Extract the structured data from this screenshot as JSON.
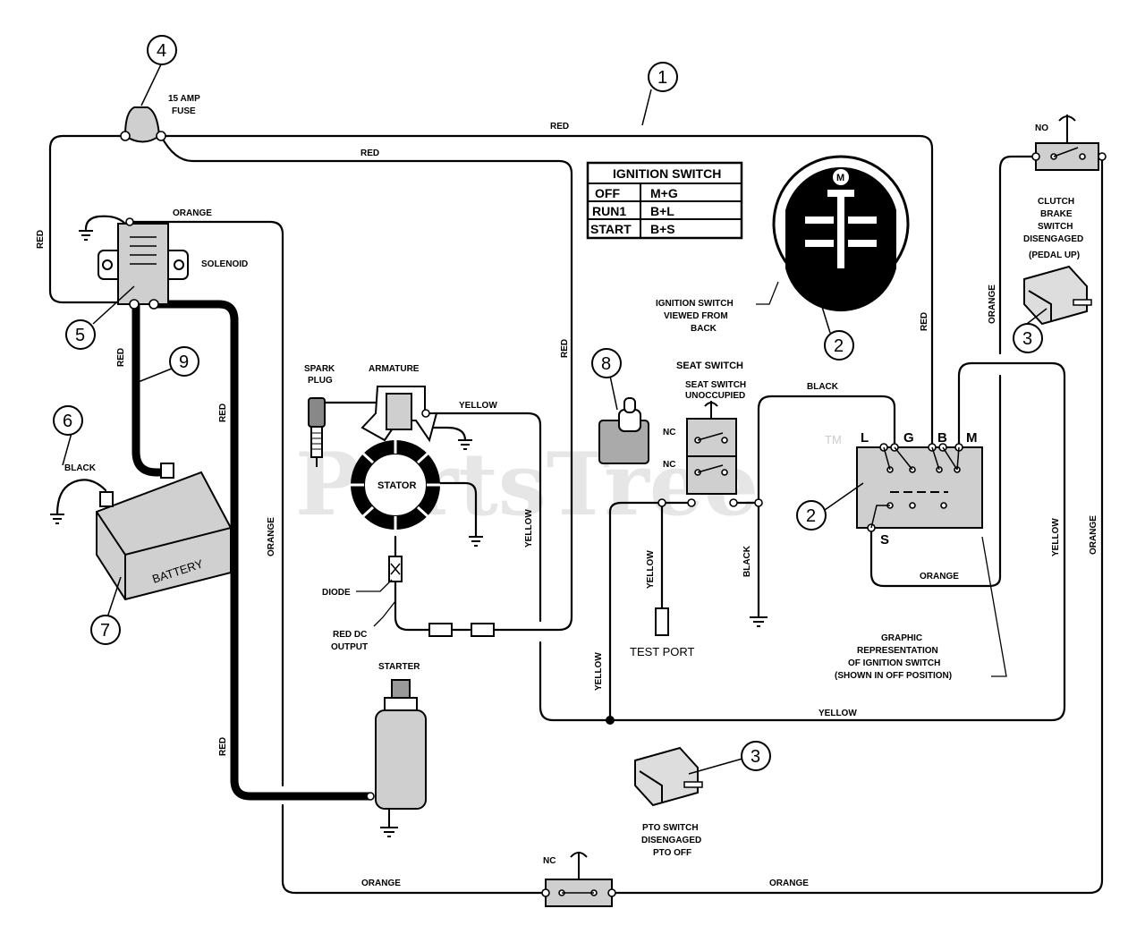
{
  "watermark": {
    "text": "PartsTree",
    "tm": "TM"
  },
  "callouts": {
    "c1": "1",
    "c2a": "2",
    "c2b": "2",
    "c3a": "3",
    "c3b": "3",
    "c4": "4",
    "c5": "5",
    "c6": "6",
    "c7": "7",
    "c8": "8",
    "c9": "9"
  },
  "labels": {
    "fuse_line1": "15 AMP",
    "fuse_line2": "FUSE",
    "solenoid": "SOLENOID",
    "battery": "BATTERY",
    "black": "BLACK",
    "spark_plug_1": "SPARK",
    "spark_plug_2": "PLUG",
    "armature": "ARMATURE",
    "stator": "STATOR",
    "diode": "DIODE",
    "red_dc_1": "RED DC",
    "red_dc_2": "OUTPUT",
    "starter": "STARTER",
    "seat_switch": "SEAT SWITCH",
    "seat_unocc_1": "SEAT SWITCH",
    "seat_unocc_2": "UNOCCUPIED",
    "nc": "NC",
    "no": "NO",
    "test_port": "TEST PORT",
    "ign_view_1": "IGNITION SWITCH",
    "ign_view_2": "VIEWED FROM",
    "ign_view_3": "BACK",
    "graphic_1": "GRAPHIC",
    "graphic_2": "REPRESENTATION",
    "graphic_3": "OF IGNITION SWITCH",
    "graphic_4": "(SHOWN IN OFF POSITION)",
    "clutch_1": "CLUTCH",
    "clutch_2": "BRAKE",
    "clutch_3": "SWITCH",
    "clutch_4": "DISENGAGED",
    "clutch_5": "(PEDAL UP)",
    "pto_1": "PTO SWITCH",
    "pto_2": "DISENGAGED",
    "pto_3": "PTO OFF"
  },
  "terminals": {
    "M": "M",
    "B": "B",
    "S": "S",
    "G": "G",
    "L": "L"
  },
  "wires": {
    "red": "RED",
    "orange": "ORANGE",
    "yellow": "YELLOW",
    "black": "BLACK"
  },
  "ignition_table": {
    "title": "IGNITION SWITCH",
    "rows": [
      {
        "pos": "OFF",
        "conn": "M+G"
      },
      {
        "pos": "RUN1",
        "conn": "B+L"
      },
      {
        "pos": "START",
        "conn": "B+S"
      }
    ]
  }
}
